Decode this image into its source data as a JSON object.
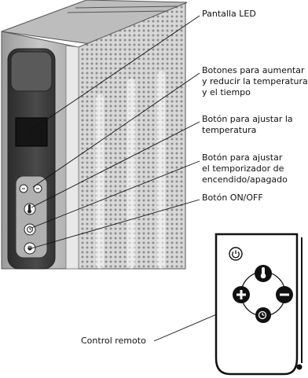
{
  "callouts": {
    "led_display": "Pantalla LED",
    "up_down_buttons": "Botones para aumentar\ny reducir la temperatura\ny el tiempo",
    "temperature_button": "Botón para ajustar la\ntemperatura",
    "timer_button": "Botón para ajustar\nel temporizador de\nencendido/apagado",
    "power_button": "Botón ON/OFF",
    "remote_control": "Control remoto"
  },
  "icons": {
    "power": "power-icon",
    "thermometer": "thermometer-icon",
    "timer": "timer-icon",
    "plus": "plus-icon",
    "minus": "minus-icon"
  },
  "colors": {
    "heater_body": "#c9c9c9",
    "panel": "#3a3a3a",
    "remote_body": "#ffffff",
    "button_fill": "#1a1a1a"
  }
}
